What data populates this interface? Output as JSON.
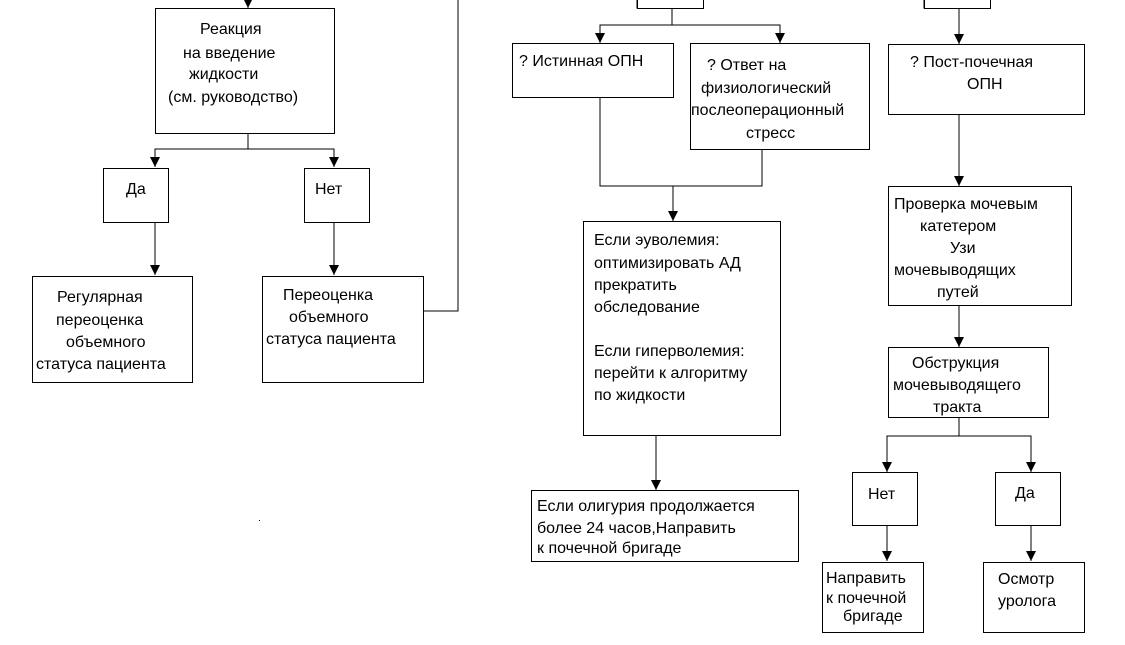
{
  "reaction": {
    "lines": [
      "Реакция",
      "на введение",
      "жидкости",
      "(см. руководство)"
    ]
  },
  "left_yes": {
    "label": "Да"
  },
  "left_no": {
    "label": "Нет"
  },
  "regular_reassess": {
    "lines": [
      "Регулярная",
      "переоценка",
      "объемного",
      "статуса пациента"
    ]
  },
  "reassess_volume": {
    "lines": [
      "Переоценка",
      "объемного",
      "статуса пациента"
    ]
  },
  "true_aki": {
    "label": "? Истинная ОПН"
  },
  "physio_stress": {
    "lines": [
      "? Ответ на",
      "физиологический",
      "послеоперационный",
      "стресс"
    ]
  },
  "postrenal_aki": {
    "lines": [
      "? Пост-почечная",
      "ОПН"
    ]
  },
  "euvolemia": {
    "lines": [
      "Если эуволемия:",
      "оптимизировать АД",
      "прекратить",
      "обследование",
      "",
      "Если гиперволемия:",
      "перейти к алгоритму",
      "по жидкости"
    ]
  },
  "oliguria": {
    "lines": [
      "Если олигурия продолжается",
      "более 24 часов,Направить",
      "к почечной бригаде"
    ]
  },
  "catheter_check": {
    "lines": [
      "Проверка мочевым",
      "катетером",
      "Узи",
      "мочевыводящих",
      "путей"
    ]
  },
  "obstruction": {
    "lines": [
      "Обструкция",
      "мочевыводящего",
      "тракта"
    ]
  },
  "right_no": {
    "label": "Нет"
  },
  "right_yes": {
    "label": "Да"
  },
  "refer_renal": {
    "lines": [
      "Направить",
      "к почечной",
      "бригаде"
    ]
  },
  "urologist": {
    "lines": [
      "Осмотр",
      "уролога"
    ]
  }
}
